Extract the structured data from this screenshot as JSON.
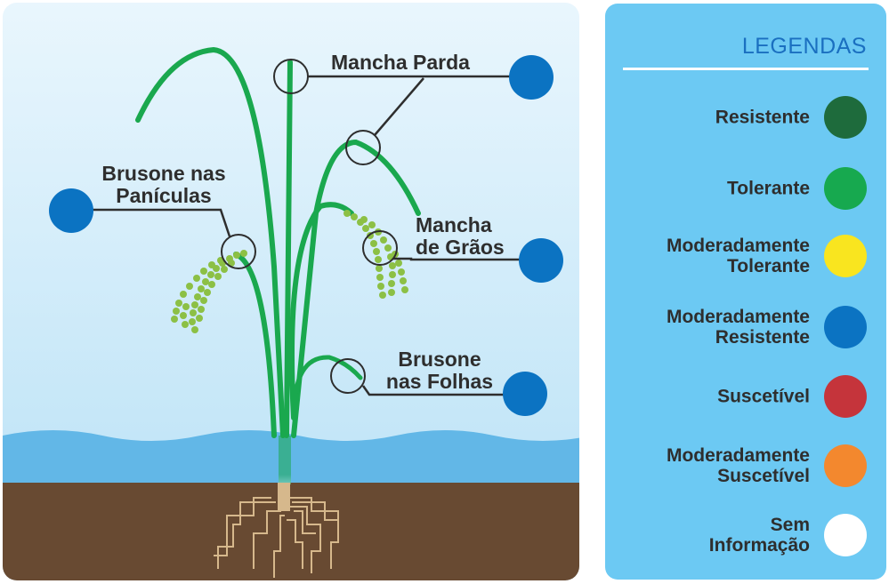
{
  "labels": {
    "mancha_parda": "Mancha Parda",
    "brusone_paniculas": "Brusone nas\nPanículas",
    "mancha_graos": "Mancha\nde Grãos",
    "brusone_folhas": "Brusone\nnas Folhas"
  },
  "indicator_color": "#0b73c2",
  "legend": {
    "title": "LEGENDAS",
    "items": [
      {
        "label": "Resistente",
        "color": "#1e6b3c"
      },
      {
        "label": "Tolerante",
        "color": "#17a94f"
      },
      {
        "label": "Moderadamente\nTolerante",
        "color": "#f9e51f"
      },
      {
        "label": "Moderadamente\nResistente",
        "color": "#0b73c2"
      },
      {
        "label": "Suscetível",
        "color": "#c5343b"
      },
      {
        "label": "Moderadamente\nSuscetível",
        "color": "#f3882e"
      },
      {
        "label": "Sem\nInformação",
        "color": "#ffffff"
      }
    ]
  }
}
